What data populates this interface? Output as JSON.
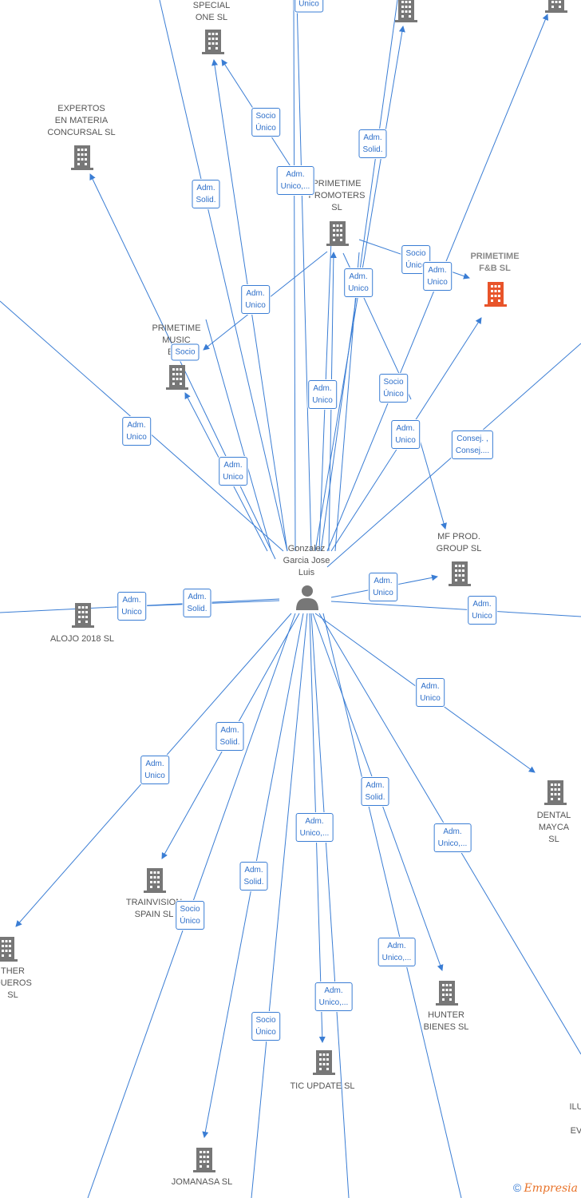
{
  "center": {
    "label": "Gonzalez\nGarcia Jose\nLuis"
  },
  "companies": [
    {
      "id": "special-one",
      "label": "SPECIAL\nONE  SL",
      "highlight": false
    },
    {
      "id": "expertos",
      "label": "EXPERTOS\nEN MATERIA\nCONCURSAL SL",
      "highlight": false
    },
    {
      "id": "primetime-promoters",
      "label": "PRIMETIME\nPROMOTERS\nSL",
      "highlight": false
    },
    {
      "id": "primetime-fb",
      "label": "PRIMETIME\nF&B  SL",
      "highlight": true
    },
    {
      "id": "primetime-music",
      "label": "PRIMETIME\nMUSIC\nEVE",
      "highlight": false
    },
    {
      "id": "mf-prod",
      "label": "MF PROD.\nGROUP  SL",
      "highlight": false
    },
    {
      "id": "alojo",
      "label": "ALOJO 2018  SL",
      "highlight": false
    },
    {
      "id": "dental-mayca",
      "label": "DENTAL\nMAYCA SL",
      "highlight": false
    },
    {
      "id": "trainvision",
      "label": "TRAINVISION\nSPAIN  SL",
      "highlight": false
    },
    {
      "id": "other-queros",
      "label": "THER\nQUEROS\nSL",
      "highlight": false
    },
    {
      "id": "hunter",
      "label": "HUNTER\nBIENES SL",
      "highlight": false
    },
    {
      "id": "tic-update",
      "label": "TIC UPDATE  SL",
      "highlight": false
    },
    {
      "id": "jomanasa",
      "label": "JOMANASA SL",
      "highlight": false
    },
    {
      "id": "ilu",
      "label": "ILU\n\nEV",
      "highlight": false
    },
    {
      "id": "top-a",
      "label": "",
      "highlight": false
    },
    {
      "id": "top-b",
      "label": "",
      "highlight": false
    }
  ],
  "edge_labels": [
    "Unico",
    "Socio\nÚnico",
    "Adm.\nSolid.",
    "Adm.\nUnico,...",
    "Adm.\nSolid.",
    "Socio\nÚnico",
    "Adm.\nUnico",
    "Adm.\nUnico",
    "Adm.\nUnico",
    "Socio",
    "Adm.\nUnico",
    "Socio\nÚnico",
    "Adm.\nUnico",
    "Adm.\nUnico",
    "Adm.\nUnico",
    "Consej. ,\nConsej....",
    "Adm.\nUnico",
    "Adm.\nSolid.",
    "Adm.\nUnico",
    "Adm.\nUnico",
    "Adm.\nUnico",
    "Adm.\nSolid.",
    "Adm.\nUnico",
    "Adm.\nSolid.",
    "Adm.\nUnico,...",
    "Adm.\nUnico,...",
    "Adm.\nSolid.",
    "Socio\nÚnico",
    "Adm.\nUnico,...",
    "Adm.\nUnico,...",
    "Socio\nÚnico"
  ],
  "watermark": {
    "copyright": "©",
    "brand": "Empresia"
  },
  "colors": {
    "edge": "#3a7dd4",
    "building": "#777777",
    "highlight": "#e8542a"
  }
}
